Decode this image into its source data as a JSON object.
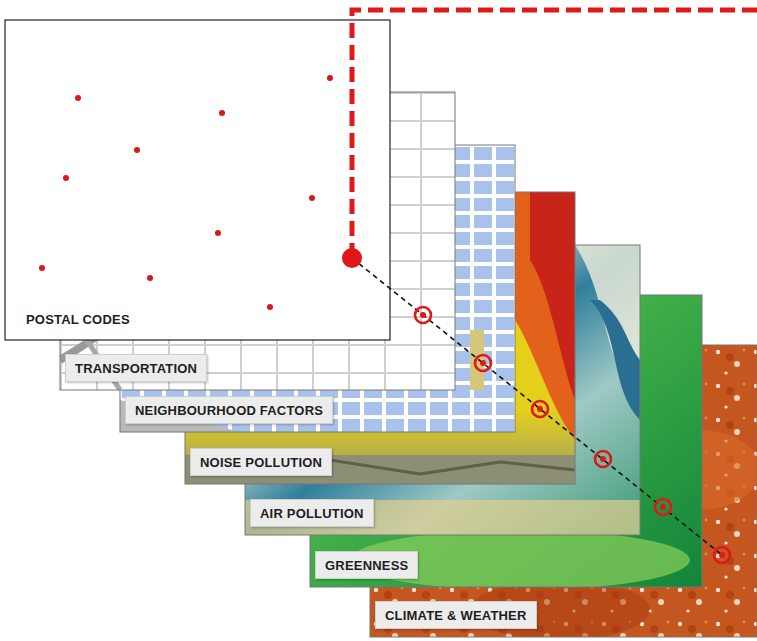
{
  "diagram": {
    "nodes": [
      {
        "text": [
          "POSTAL CODES"
        ]
      },
      {
        "text": [
          "TRANSPORTATION"
        ]
      },
      {
        "text": [
          "NEIGHBOURHOOD FACTORS"
        ]
      },
      {
        "text": [
          "NOISE POLLUTION"
        ]
      },
      {
        "text": [
          "AIR POLLUTION"
        ]
      },
      {
        "text": [
          "GREENNESS"
        ]
      },
      {
        "text": [
          "CLIMATE & WEATHER"
        ]
      }
    ]
  }
}
